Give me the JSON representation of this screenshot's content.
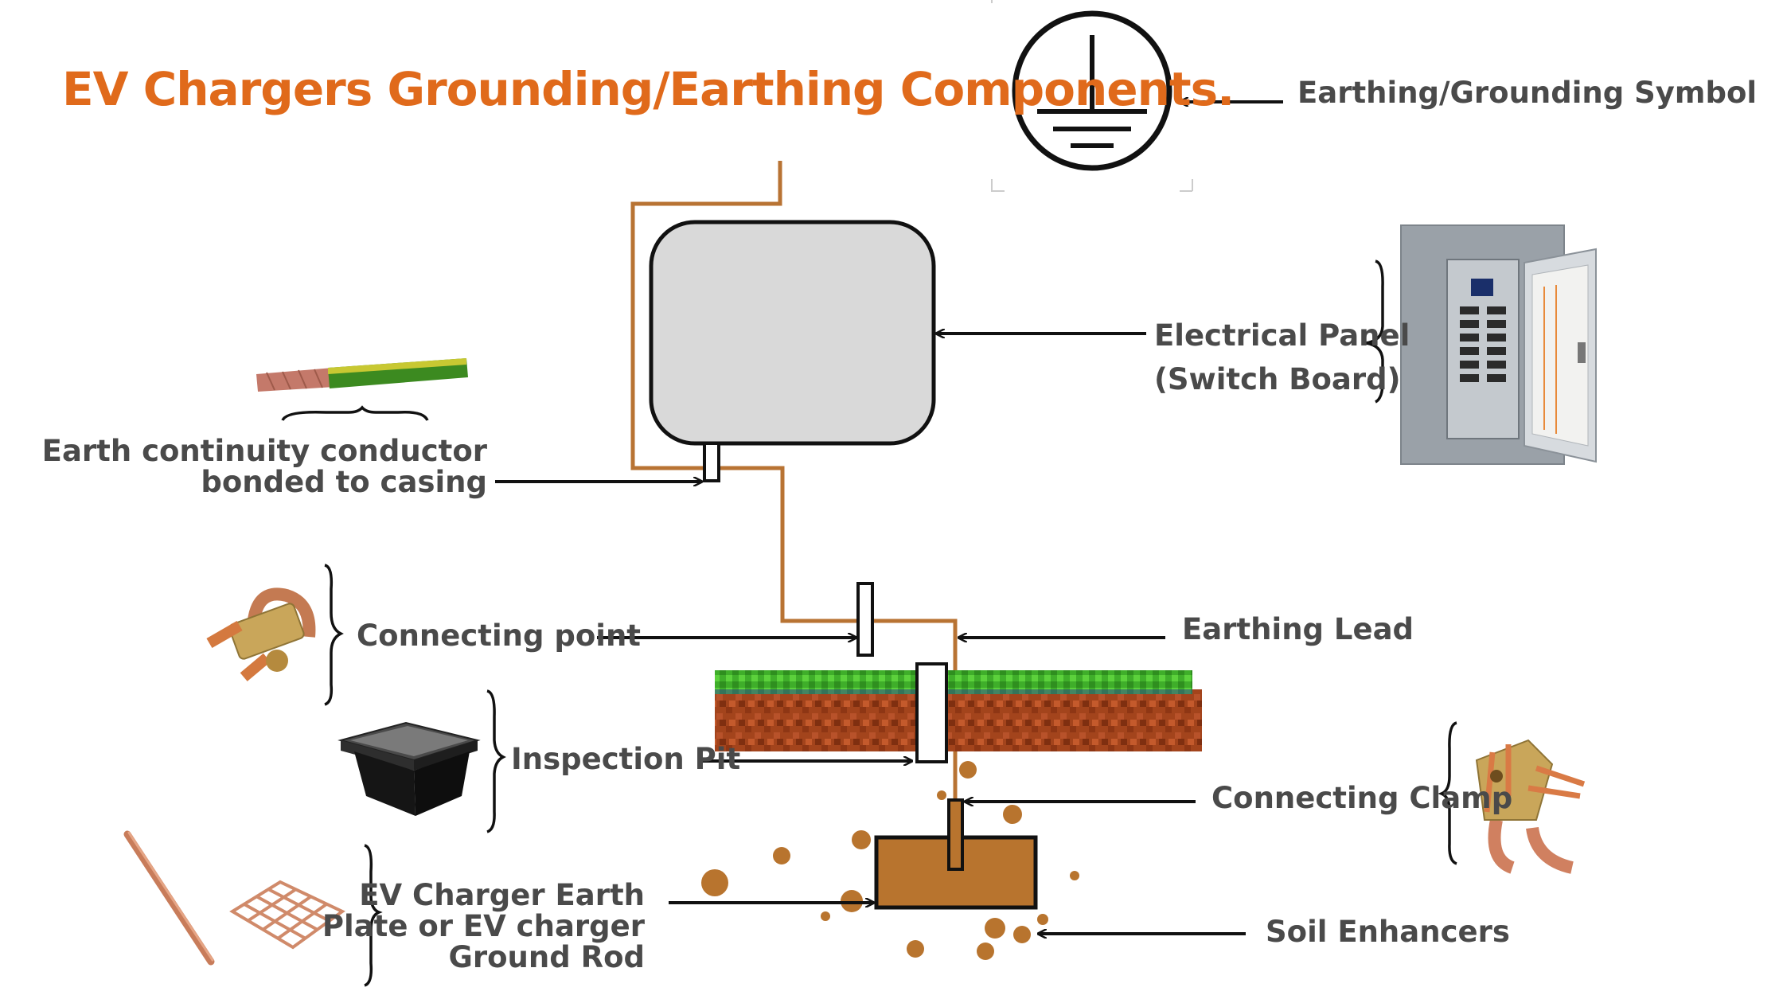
{
  "title": "EV Chargers Grounding/Earthing Components.",
  "labels": {
    "symbol": "Earthing/Grounding Symbol",
    "panel_line1": "Electrical Panel",
    "panel_line2": "(Switch Board)",
    "conductor_line1": "Earth continuity conductor",
    "conductor_line2": "bonded to casing",
    "connecting_point": "Connecting point",
    "earthing_lead": "Earthing Lead",
    "inspection_pit": "Inspection Pit",
    "connecting_clamp": "Connecting Clamp",
    "plate_line1": "EV Charger Earth",
    "plate_line2": "Plate or EV charger",
    "plate_line3": "Ground Rod",
    "soil_enhancers": "Soil Enhancers"
  },
  "colors": {
    "title": "#e06a1b",
    "label": "#4a4a4a",
    "wire": "#b87333",
    "plate": "#b8742e",
    "soil": "#a0441c",
    "grass": "#3fae2a",
    "panel_box": "#d9d9d9"
  },
  "icons": [
    "ground-symbol-icon",
    "electrical-panel-photo-icon",
    "wire-photo-icon",
    "u-bolt-clamp-photo-icon",
    "inspection-pit-box-icon",
    "ground-rod-icon",
    "earth-mat-grid-icon",
    "clamp-photo-icon"
  ]
}
